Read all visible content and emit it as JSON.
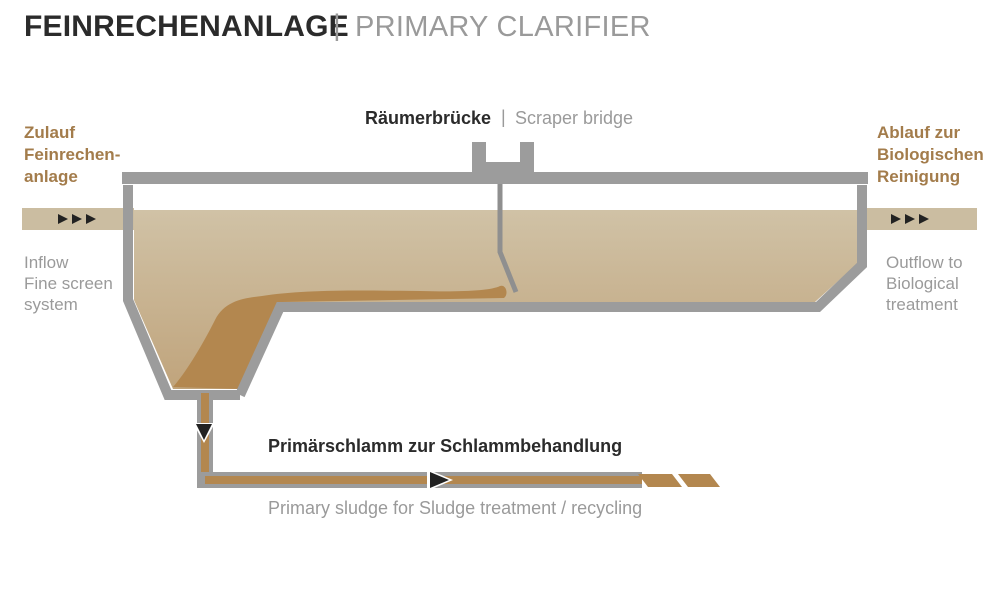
{
  "title": {
    "de": "FEINRECHENANLAGE",
    "separator": "|",
    "en": "PRIMARY CLARIFIER"
  },
  "inflow": {
    "de_lines": [
      "Zulauf",
      "Feinrechen-",
      "anlage"
    ],
    "en_lines": [
      "Inflow",
      "Fine screen",
      "system"
    ]
  },
  "outflow": {
    "de_lines": [
      "Ablauf zur",
      "Biologischen",
      "Reinigung"
    ],
    "en_lines": [
      "Outflow to",
      "Biological",
      "treatment"
    ]
  },
  "scraper_bridge": {
    "de": "Räumerbrücke",
    "separator": "|",
    "en": "Scraper bridge"
  },
  "sludge": {
    "de": "Primärschlamm zur Schlammbehandlung",
    "en": "Primary sludge for Sludge treatment / recycling"
  },
  "colors": {
    "wall": "#9c9c9c",
    "water_top": "#d0c2a6",
    "water_bottom": "#c2a882",
    "sludge": "#b3874f",
    "pipe_water": "#cbbda1",
    "arrow": "#222222",
    "label_brown": "#a37c4b",
    "label_gray": "#9a9a9a",
    "label_dark": "#2b2b2b"
  }
}
